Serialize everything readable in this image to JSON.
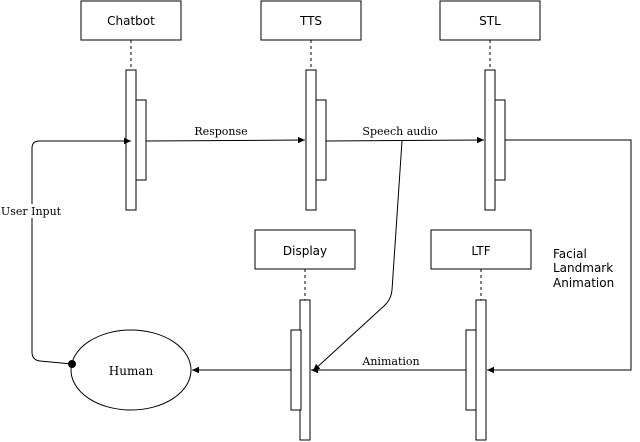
{
  "participants": {
    "chatbot": "Chatbot",
    "tts": "TTS",
    "stl": "STL",
    "display": "Display",
    "ltf": "LTF"
  },
  "human": "Human",
  "messages": {
    "response": "Response",
    "speech_audio": "Speech audio",
    "user_input": "User Input",
    "animation": "Animation"
  },
  "note": {
    "line1": "Facial",
    "line2": "Landmark",
    "line3": "Animation"
  }
}
